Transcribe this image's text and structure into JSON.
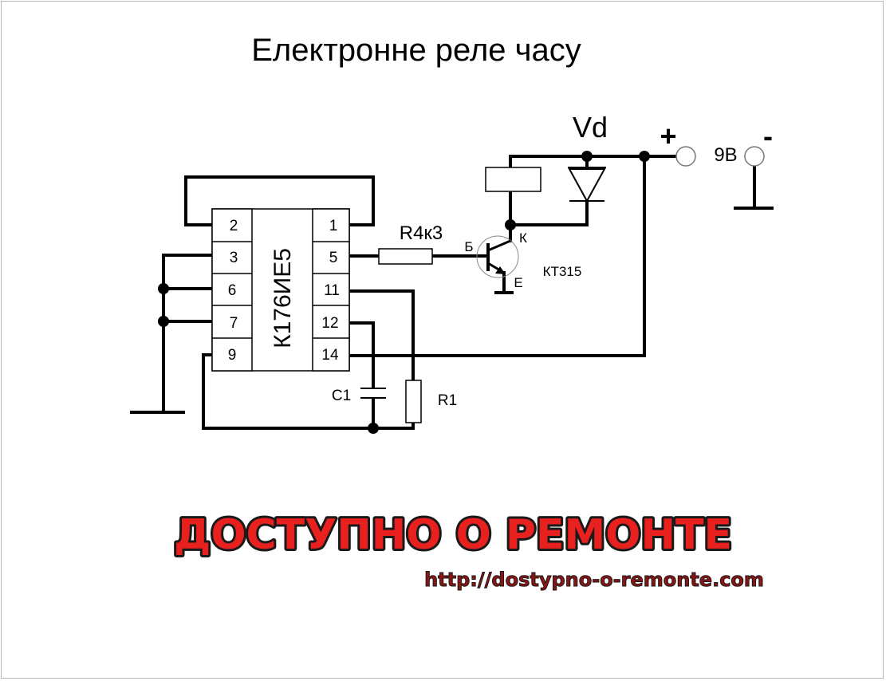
{
  "title": "Електронне реле часу",
  "chip": {
    "name": "К176ИЕ5",
    "pins_left": [
      "2",
      "3",
      "6",
      "7",
      "9"
    ],
    "pins_right": [
      "1",
      "5",
      "11",
      "12",
      "14"
    ]
  },
  "resistor_base": "R4к3",
  "transistor": {
    "name": "КТ315",
    "base": "Б",
    "collector": "К",
    "emitter": "Е"
  },
  "diode": "Vd",
  "power": {
    "plus": "+",
    "voltage": "9В",
    "minus": "-"
  },
  "capacitor": "C1",
  "resistor_timing": "R1",
  "brand": "ДОСТУПНО О РЕМОНТЕ",
  "url": "http://dostypno-o-remonte.com"
}
